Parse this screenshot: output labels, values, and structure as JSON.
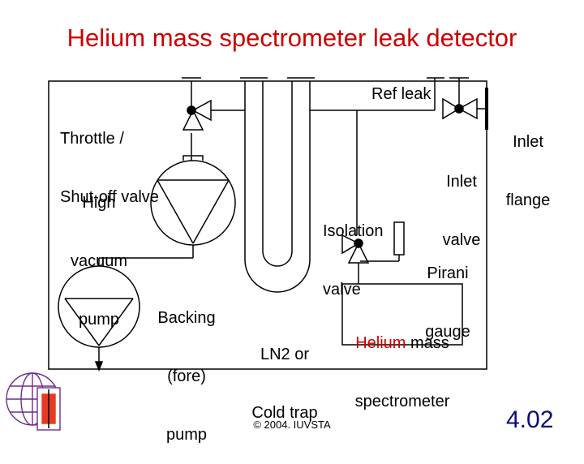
{
  "title": "Helium mass spectrometer leak detector",
  "labels": {
    "throttle_line1": "Throttle /",
    "throttle_line2": "Shut-off valve",
    "ref_leak": "Ref leak",
    "inlet_flange_line1": "Inlet",
    "inlet_flange_line2": "flange",
    "inlet_valve_line1": "Inlet",
    "inlet_valve_line2": "valve",
    "hv_pump_line1": "High",
    "hv_pump_line2": "vacuum",
    "hv_pump_line3": "pump",
    "isolation_line1": "Isolation",
    "isolation_line2": "valve",
    "pirani_line1": "Pirani",
    "pirani_line2": "gauge",
    "backing_line1": "Backing",
    "backing_line2": "(fore)",
    "backing_line3": "pump",
    "ln2_line1": "LN2 or",
    "ln2_line2": "Cold trap",
    "helium_word": "Helium",
    "mass_word": " mass",
    "spectrometer_word": "spectrometer"
  },
  "footer": "© 2004. IUVSTA",
  "slide_number": "4.02",
  "colors": {
    "title": "#cc0000",
    "helium_word": "#cc0000",
    "slide_number": "#0a0a7a",
    "logo": "#6b2d8f"
  },
  "icons": {
    "logo": "iuvsta-globe-logo"
  }
}
